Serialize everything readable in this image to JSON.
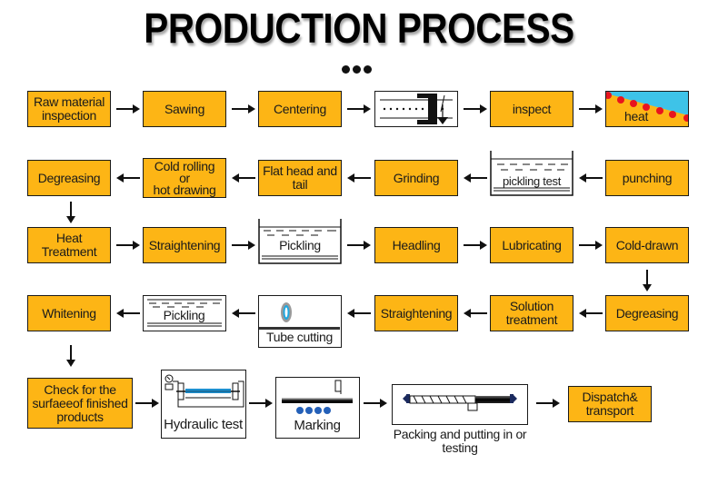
{
  "title": "PRODUCTION PROCESS",
  "colors": {
    "box_fill": "#FDB515",
    "border": "#1a1a1a",
    "heat_blue": "#3EC3E8",
    "heat_dots": "#E8141E",
    "hydraulic_blue": "#1E90D0",
    "marking_dots": "#2460B8"
  },
  "steps": {
    "raw_material_inspection": "Raw material inspection",
    "sawing": "Sawing",
    "centering": "Centering",
    "centering_illustration": "centering-machine-icon",
    "inspect": "inspect",
    "heat": "heat",
    "punching": "punching",
    "pickling_test": "pickling test",
    "grinding": "Grinding",
    "flat_head_and_tail": "Flat head and tail",
    "cold_rolling_line1": "Cold rolling",
    "cold_rolling_line2": "or",
    "cold_rolling_line3": "hot drawing",
    "degreasing_1": "Degreasing",
    "heat_treatment": "Heat Treatment",
    "straightening_1": "Straightening",
    "pickling_1": "Pickling",
    "headling": "Headling",
    "lubricating": "Lubricating",
    "cold_drawn": "Cold-drawn",
    "degreasing_2": "Degreasing",
    "solution_treatment": "Solution treatment",
    "straightening_2": "Straightening",
    "tube_cutting": "Tube cutting",
    "pickling_2": "Pickling",
    "whitening": "Whitening",
    "check_surface": "Check for the surfaeeof finished products",
    "hydraulic_test": "Hydraulic test",
    "marking": "Marking",
    "packing": "Packing and putting in or testing",
    "dispatch": "Dispatch& transport"
  }
}
